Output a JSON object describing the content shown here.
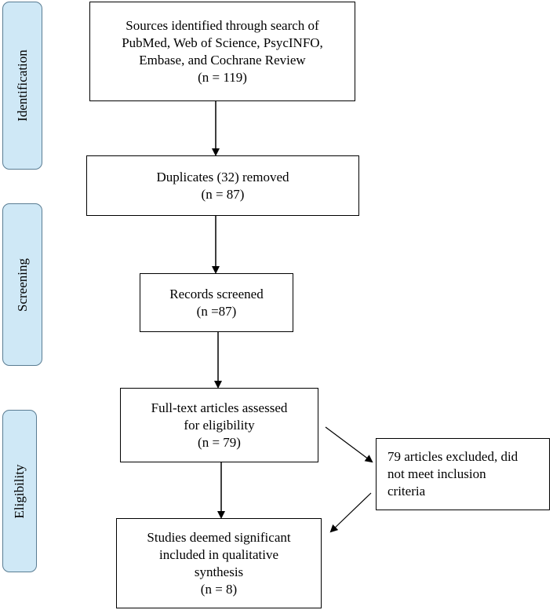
{
  "phases": {
    "identification": "Identification",
    "screening": "Screening",
    "eligibility": "Eligibility"
  },
  "boxes": {
    "sources": {
      "lines": [
        "Sources identified through search of",
        "PubMed, Web of Science, PsycINFO,",
        "Embase, and Cochrane Review",
        "(n = 119)"
      ]
    },
    "duplicates": {
      "lines": [
        "Duplicates (32) removed",
        "(n = 87)"
      ]
    },
    "screened": {
      "lines": [
        "Records screened",
        "(n =87)"
      ]
    },
    "fulltext": {
      "lines": [
        "Full-text articles assessed",
        "for eligibility",
        "(n = 79)"
      ]
    },
    "excluded": {
      "lines": [
        "79 articles excluded, did",
        "not meet inclusion",
        "criteria"
      ]
    },
    "included": {
      "lines": [
        "Studies deemed significant",
        "included in qualitative",
        "synthesis",
        "(n = 8)"
      ]
    }
  },
  "colors": {
    "phase_fill": "#cfe8f6",
    "phase_border": "#5a7d93"
  }
}
